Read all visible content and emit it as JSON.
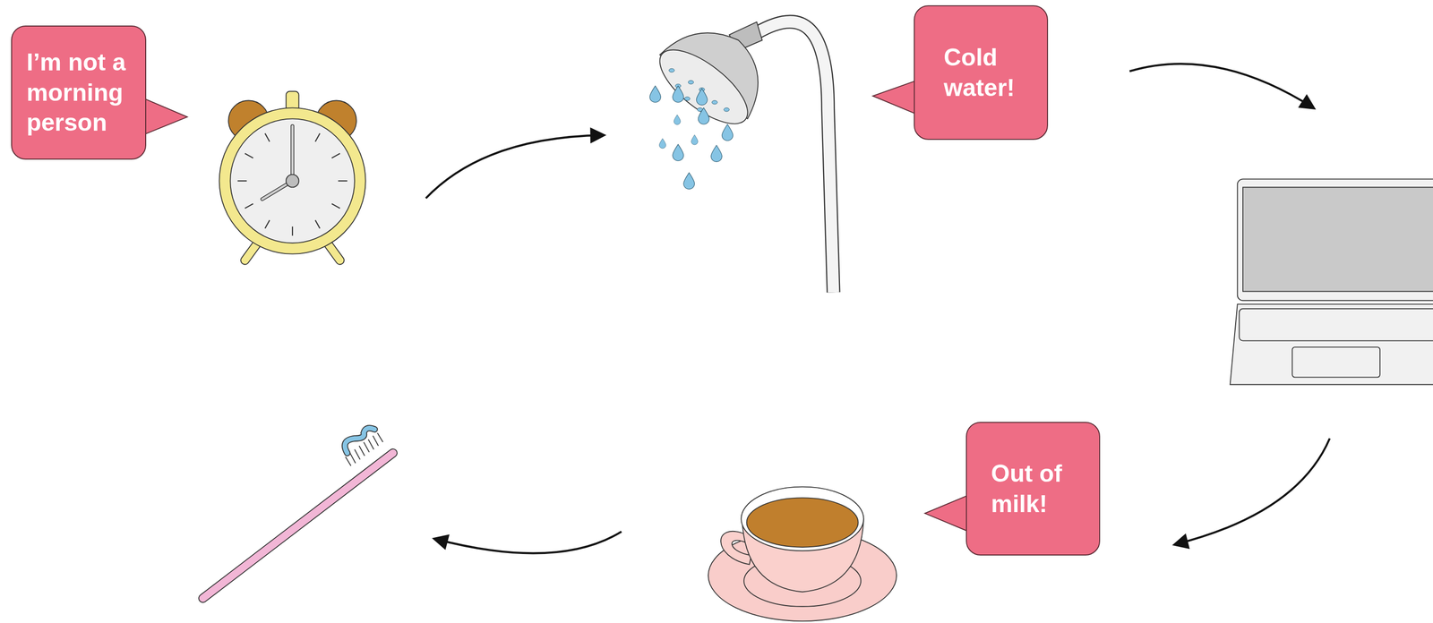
{
  "diagram": {
    "nodes": [
      {
        "text": [
          "I’m not a morning person"
        ]
      },
      {
        "text": [
          "Cold water!"
        ]
      },
      {
        "text": [
          "Out of milk!"
        ]
      }
    ]
  }
}
